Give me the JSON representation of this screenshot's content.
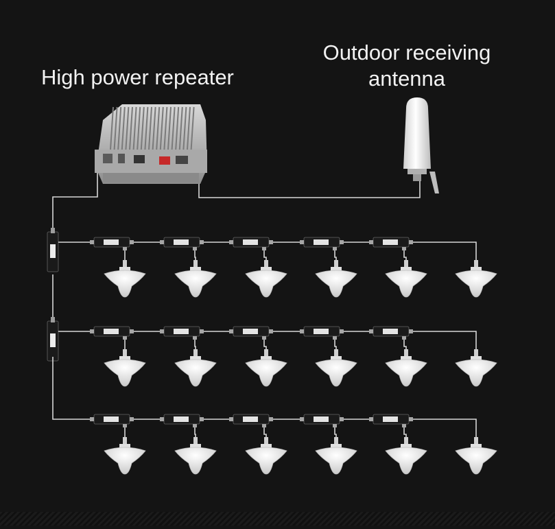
{
  "labels": {
    "repeater": "High power repeater",
    "outdoor_line1": "Outdoor receiving",
    "outdoor_line2": "antenna"
  },
  "layout": {
    "rows": 3,
    "couplers_per_row": 5,
    "ceiling_antennas_per_row": 6
  },
  "colors": {
    "background": "#141414",
    "cable": "#d8d8d8",
    "text": "#f2f2f2",
    "antenna": "#f4f4f4",
    "coupler": "#1a1a1a"
  },
  "icons": {
    "repeater": "repeater-unit-icon",
    "outdoor_antenna": "omni-antenna-icon",
    "splitter": "power-splitter-icon",
    "coupler": "coupler-icon",
    "ceiling_antenna": "ceiling-antenna-icon"
  }
}
